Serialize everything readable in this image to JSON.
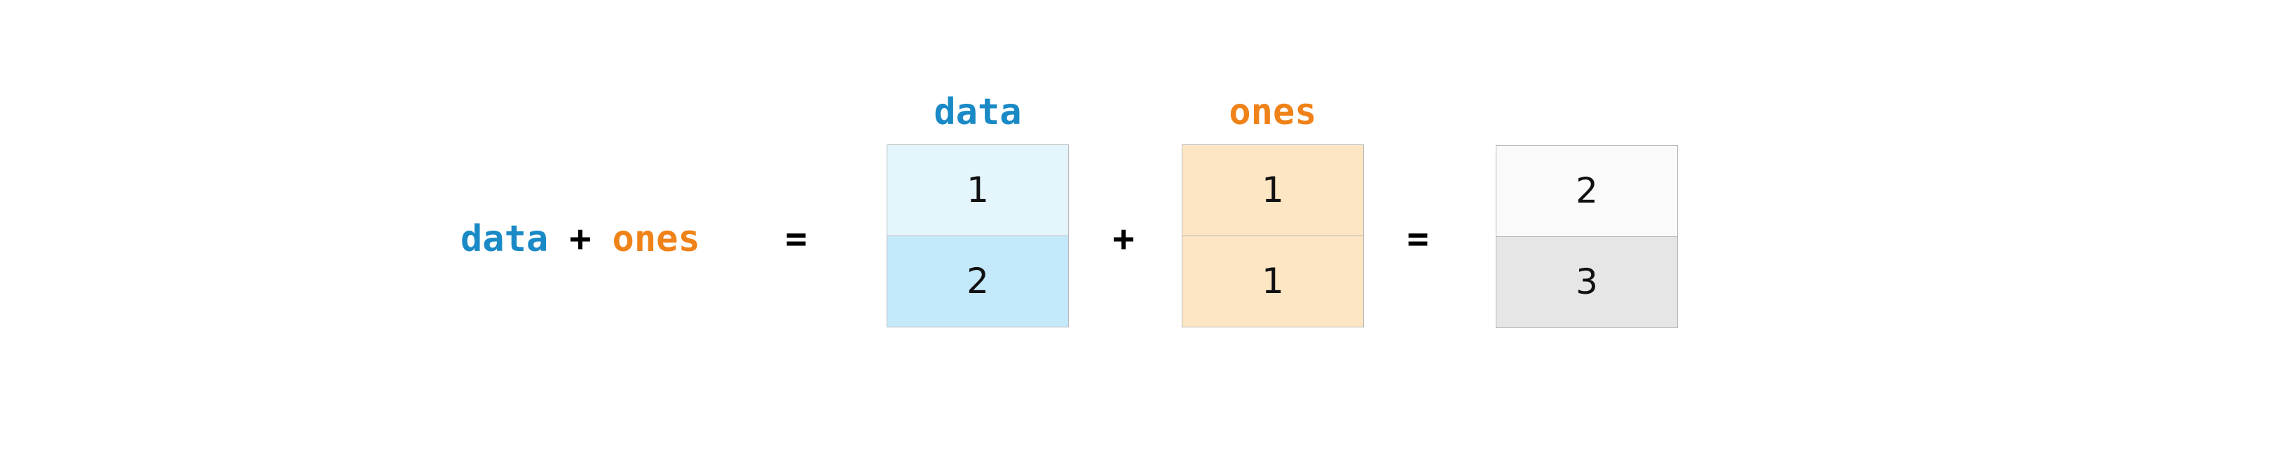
{
  "expression": {
    "left": "data",
    "operator": "+",
    "right": "ones",
    "equals": "="
  },
  "colors": {
    "data": "#1a8ac6",
    "ones": "#ef8218",
    "data_cell_1": "#e4f5fc",
    "data_cell_2": "#c3e9fb",
    "ones_cell_1": "#fde6c3",
    "ones_cell_2": "#fde6c3",
    "result_cell_1": "#fafafa",
    "result_cell_2": "#e6e6e6"
  },
  "arrays": {
    "data": {
      "title": "data",
      "values": [
        "1",
        "2"
      ]
    },
    "ones": {
      "title": "ones",
      "values": [
        "1",
        "1"
      ]
    },
    "result": {
      "values": [
        "2",
        "3"
      ]
    }
  },
  "operators": {
    "plus": "+",
    "equals": "="
  }
}
